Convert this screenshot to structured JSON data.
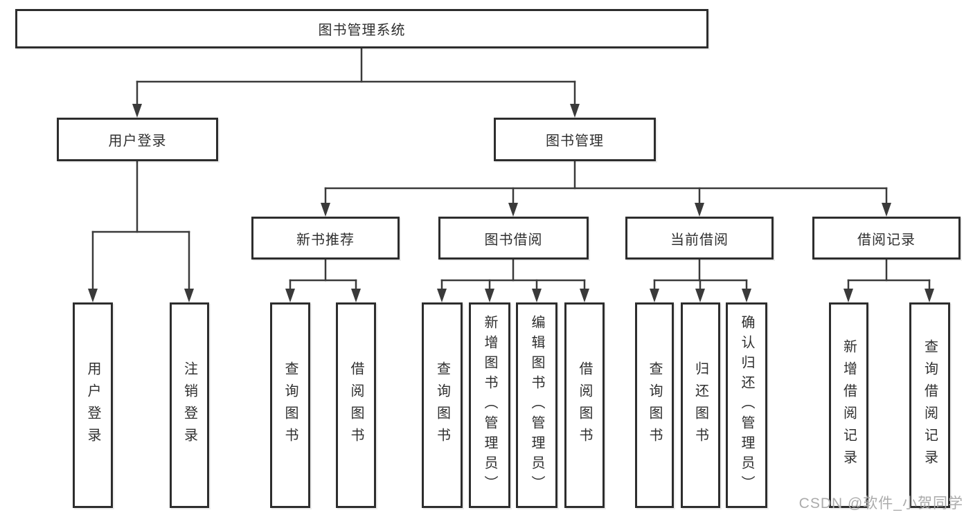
{
  "diagram": {
    "root": {
      "label": "图书管理系统"
    },
    "branches": [
      {
        "label": "用户登录",
        "leaves": [
          "用户登录",
          "注销登录"
        ]
      },
      {
        "label": "图书管理",
        "children": [
          {
            "label": "新书推荐",
            "leaves": [
              "查询图书",
              "借阅图书"
            ]
          },
          {
            "label": "图书借阅",
            "leaves": [
              "查询图书",
              "新增图书（管理员）",
              "编辑图书（管理员）",
              "借阅图书"
            ]
          },
          {
            "label": "当前借阅",
            "leaves": [
              "查询图书",
              "归还图书",
              "确认归还（管理员）"
            ]
          },
          {
            "label": "借阅记录",
            "leaves": [
              "新增借阅记录",
              "查询借阅记录"
            ]
          }
        ]
      }
    ]
  },
  "watermark": {
    "text": "CSDN @软件_小贺同学"
  },
  "colors": {
    "line": "#3a3a3a",
    "box_border": "#2d2d2d",
    "text": "#2f2f2f",
    "watermark": "#ababab",
    "background": "#ffffff"
  }
}
